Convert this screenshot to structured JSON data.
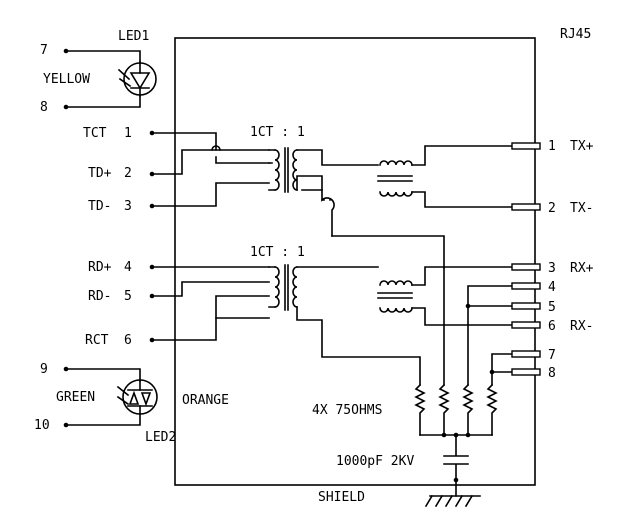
{
  "connector_name": "RJ45",
  "shield_label": "SHIELD",
  "led1": {
    "name": "LED1",
    "color": "YELLOW",
    "pin_a": "7",
    "pin_b": "8"
  },
  "led2": {
    "name": "LED2",
    "color_left": "GREEN",
    "color_right": "ORANGE",
    "pin_a": "9",
    "pin_b": "10"
  },
  "transformer_ratio_top": "1CT : 1",
  "transformer_ratio_bottom": "1CT : 1",
  "resistor_label": "4X 75OHMS",
  "capacitor_label": "1000pF 2KV",
  "left_pins": [
    {
      "name": "TCT",
      "number": "1"
    },
    {
      "name": "TD+",
      "number": "2"
    },
    {
      "name": "TD-",
      "number": "3"
    },
    {
      "name": "RD+",
      "number": "4"
    },
    {
      "name": "RD-",
      "number": "5"
    },
    {
      "name": "RCT",
      "number": "6"
    }
  ],
  "right_pins": [
    {
      "number": "1",
      "name": "TX+"
    },
    {
      "number": "2",
      "name": "TX-"
    },
    {
      "number": "3",
      "name": "RX+"
    },
    {
      "number": "4",
      "name": ""
    },
    {
      "number": "5",
      "name": ""
    },
    {
      "number": "6",
      "name": "RX-"
    },
    {
      "number": "7",
      "name": ""
    },
    {
      "number": "8",
      "name": ""
    }
  ]
}
